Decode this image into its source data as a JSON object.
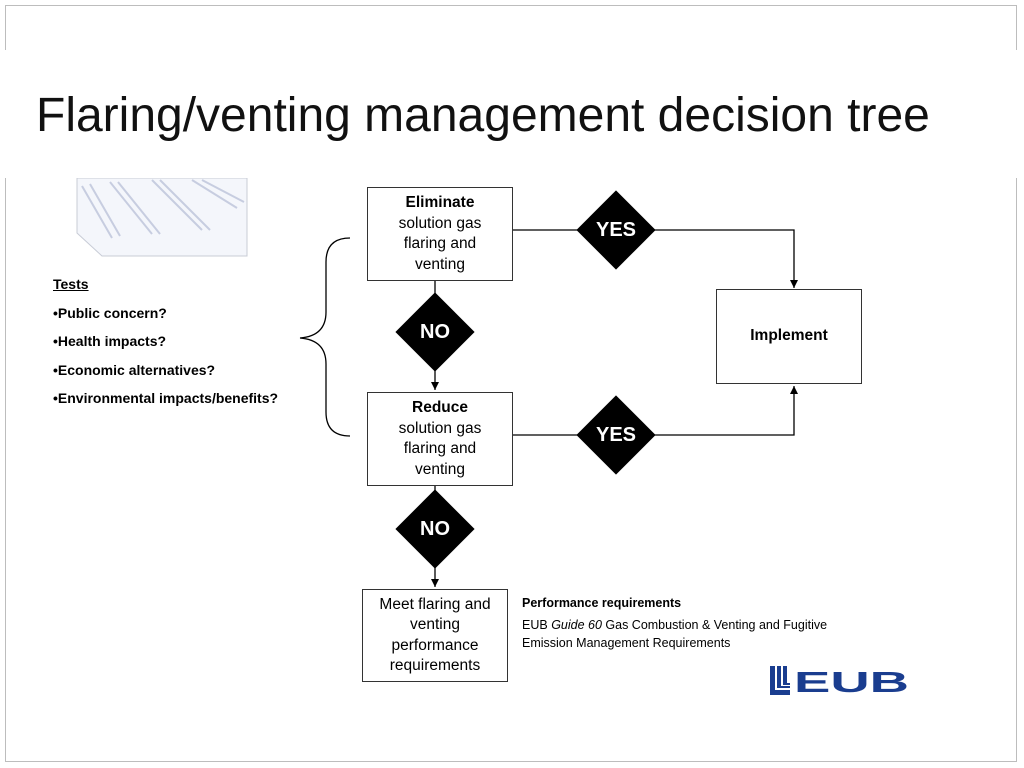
{
  "title": "Flaring/venting management decision tree",
  "tests": {
    "heading": "Tests",
    "items": [
      "•Public concern?",
      "•Health impacts?",
      "•Economic alternatives?",
      "•Environmental impacts/benefits?"
    ]
  },
  "boxes": {
    "eliminate": {
      "bold": "Eliminate",
      "lines": [
        "solution gas",
        "flaring and",
        "venting"
      ]
    },
    "reduce": {
      "bold": "Reduce",
      "lines": [
        "solution gas",
        "flaring and",
        "venting"
      ]
    },
    "implement": {
      "label": "Implement"
    },
    "meet": {
      "lines": [
        "Meet flaring and",
        "venting",
        "performance",
        "requirements"
      ]
    }
  },
  "decisions": {
    "yes1": "YES",
    "yes2": "YES",
    "no1": "NO",
    "no2": "NO"
  },
  "performance": {
    "heading": "Performance requirements",
    "prefix": "EUB ",
    "guide": "Guide 60",
    "rest": " Gas Combustion & Venting and Fugitive Emission Management Requirements"
  },
  "logo": {
    "text": "EUB",
    "color": "#1a3d8f"
  }
}
